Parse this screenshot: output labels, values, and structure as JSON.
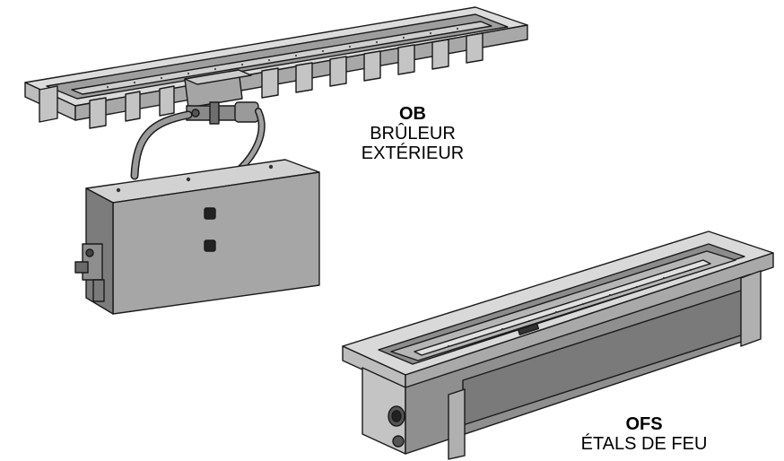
{
  "labels": {
    "ob": {
      "code": "OB",
      "line1": "BRÛLEUR",
      "line2": "EXTÉRIEUR"
    },
    "ofs": {
      "code": "OFS",
      "line1": "ÉTALS DE FEU"
    }
  },
  "colors": {
    "line": "#1a1a1a",
    "metal_light": "#d9d9d9",
    "metal_mid": "#b3b3b3",
    "metal_dark": "#7f7f7f",
    "metal_darker": "#555555"
  }
}
